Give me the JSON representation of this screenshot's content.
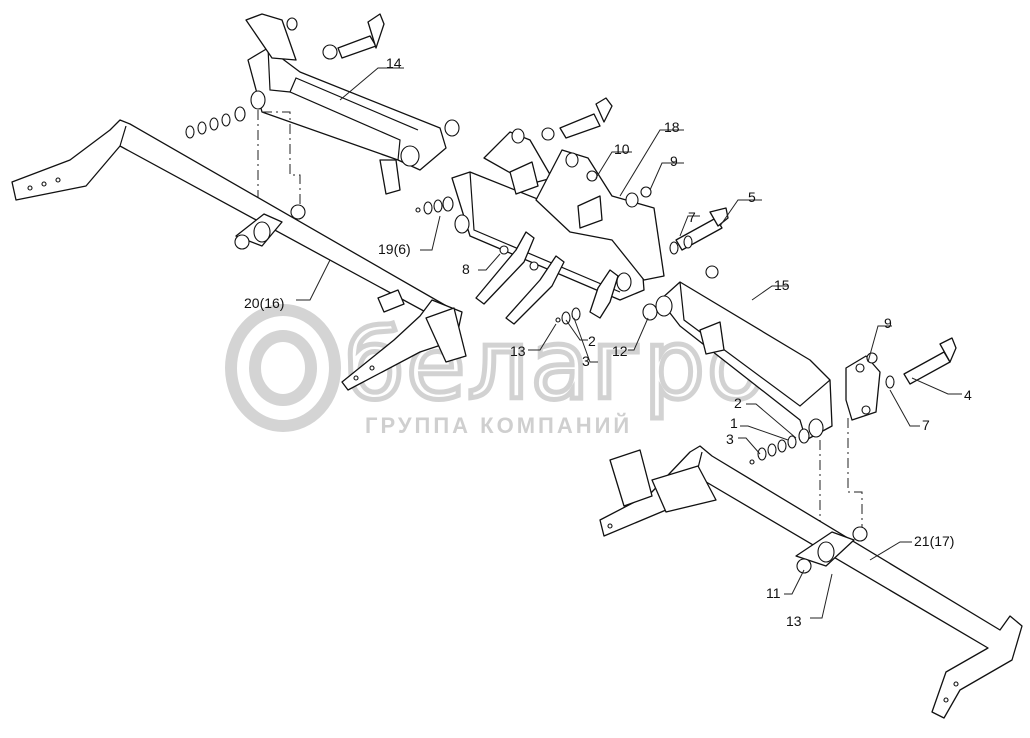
{
  "watermark": {
    "brand": "белагро",
    "tagline": "ГРУППА КОМПАНИЙ"
  },
  "callouts": [
    {
      "id": "c14",
      "label": "14"
    },
    {
      "id": "c18",
      "label": "18"
    },
    {
      "id": "c10",
      "label": "10"
    },
    {
      "id": "c9a",
      "label": "9"
    },
    {
      "id": "c5",
      "label": "5"
    },
    {
      "id": "c7a",
      "label": "7"
    },
    {
      "id": "c19",
      "label": "19(6)"
    },
    {
      "id": "c8",
      "label": "8"
    },
    {
      "id": "c20",
      "label": "20(16)"
    },
    {
      "id": "c15",
      "label": "15"
    },
    {
      "id": "c9b",
      "label": "9"
    },
    {
      "id": "c2a",
      "label": "2"
    },
    {
      "id": "c13a",
      "label": "13"
    },
    {
      "id": "c3a",
      "label": "3"
    },
    {
      "id": "c12",
      "label": "12"
    },
    {
      "id": "c4",
      "label": "4"
    },
    {
      "id": "c2b",
      "label": "2"
    },
    {
      "id": "c1",
      "label": "1"
    },
    {
      "id": "c3b",
      "label": "3"
    },
    {
      "id": "c7b",
      "label": "7"
    },
    {
      "id": "c21",
      "label": "21(17)"
    },
    {
      "id": "c11",
      "label": "11"
    },
    {
      "id": "c13b",
      "label": "13"
    }
  ]
}
